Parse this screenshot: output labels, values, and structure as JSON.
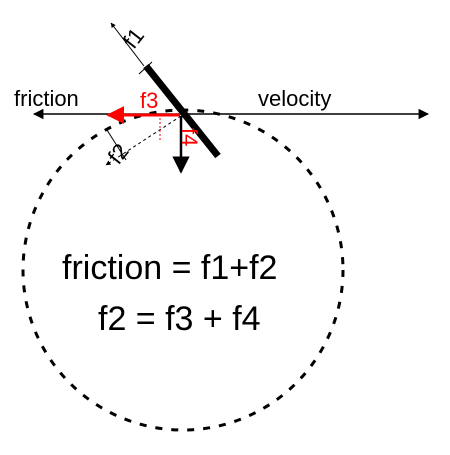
{
  "labels": {
    "friction": "friction",
    "velocity": "velocity",
    "f1": "f1",
    "f2": "f2",
    "f3": "f3",
    "f4": "f4"
  },
  "equations": {
    "line1": "friction = f1+f2",
    "line2": "f2 = f3 + f4"
  },
  "colors": {
    "main": "#000000",
    "highlight": "#ff0000"
  }
}
